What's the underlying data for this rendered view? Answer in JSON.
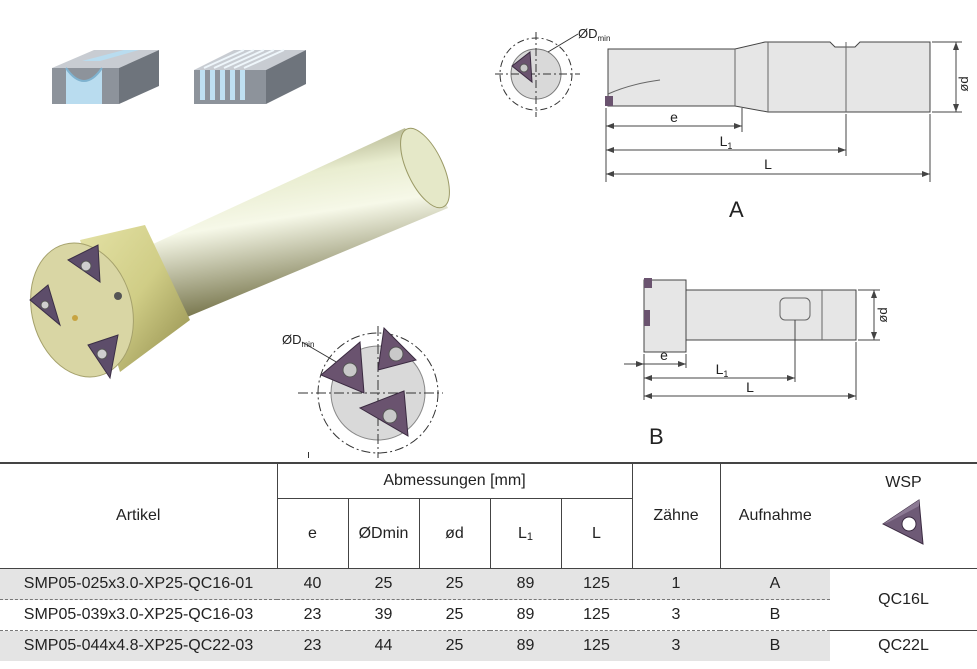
{
  "drawings": {
    "A": {
      "label": "A",
      "dims": {
        "dmin": "ØD",
        "dmin_sub": "min",
        "d": "ød",
        "e": "e",
        "L1": "L",
        "L1_sub": "1",
        "L": "L"
      }
    },
    "B": {
      "label": "B",
      "dims": {
        "d": "ød",
        "e": "e",
        "L1": "L",
        "L1_sub": "1",
        "L": "L"
      }
    },
    "front_view": {
      "dmin": "ØD",
      "dmin_sub": "min"
    }
  },
  "table": {
    "col_artikel": "Artikel",
    "group_abmessungen": "Abmessungen [mm]",
    "col_e": "e",
    "col_dmin": "ØDmin",
    "col_d": "ød",
    "col_L1": "L",
    "col_L1_sub": "1",
    "col_L": "L",
    "col_zaehne": "Zähne",
    "col_aufnahme": "Aufnahme",
    "col_wsp": "WSP",
    "rows": [
      {
        "artikel": "SMP05-025x3.0-XP25-QC16-01",
        "e": "40",
        "dmin": "25",
        "d": "25",
        "L1": "89",
        "L": "125",
        "zaehne": "1",
        "aufnahme": "A"
      },
      {
        "artikel": "SMP05-039x3.0-XP25-QC16-03",
        "e": "23",
        "dmin": "39",
        "d": "25",
        "L1": "89",
        "L": "125",
        "zaehne": "3",
        "aufnahme": "B"
      },
      {
        "artikel": "SMP05-044x4.8-XP25-QC22-03",
        "e": "23",
        "dmin": "44",
        "d": "25",
        "L1": "89",
        "L": "125",
        "zaehne": "3",
        "aufnahme": "B"
      }
    ],
    "wsp_groups": [
      "QC16L",
      "QC22L"
    ]
  }
}
